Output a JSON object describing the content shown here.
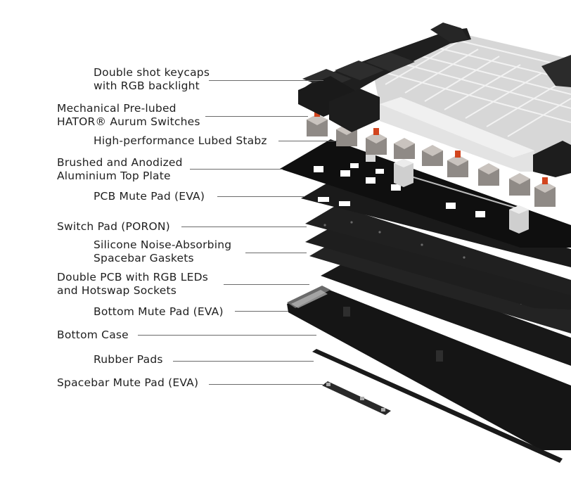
{
  "colors": {
    "background": "#ffffff",
    "text": "#1f1f1f",
    "leader_line": "#6b6b6b",
    "plate_dark": "#111111",
    "keycap_dark": "#1c1c1c",
    "keycap_light": "#d9d9d9",
    "switch_stem": "#d2451e"
  },
  "labels": {
    "keycaps": {
      "line1": "Double shot keycaps",
      "line2": "with RGB backlight"
    },
    "switches": {
      "line1": "Mechanical Pre-lubed",
      "line2": "HATOR® Aurum Switches"
    },
    "stabz": {
      "line1": "High-performance Lubed Stabz"
    },
    "top_plate": {
      "line1": "Brushed and Anodized",
      "line2": "Aluminium Top Plate"
    },
    "pcb_mute_pad": {
      "line1": "PCB Mute Pad (EVA)"
    },
    "switch_pad": {
      "line1": "Switch Pad (PORON)"
    },
    "gaskets": {
      "line1": "Silicone Noise-Absorbing",
      "line2": "Spacebar Gaskets"
    },
    "pcb": {
      "line1": "Double PCB with RGB LEDs",
      "line2": "and Hotswap Sockets"
    },
    "bottom_mute_pad": {
      "line1": "Bottom Mute Pad (EVA)"
    },
    "bottom_case": {
      "line1": "Bottom Case"
    },
    "rubber_pads": {
      "line1": "Rubber Pads"
    },
    "spacebar_mute_pad": {
      "line1": "Spacebar Mute Pad (EVA)"
    }
  }
}
